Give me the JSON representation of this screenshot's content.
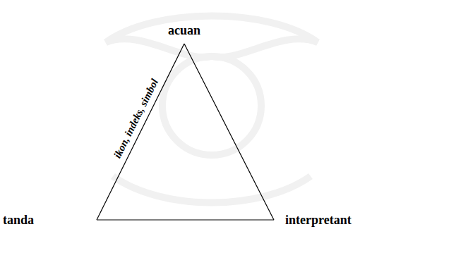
{
  "diagram": {
    "nodes": [
      {
        "text": [
          "acuan"
        ]
      },
      {
        "text": [
          "tanda"
        ]
      },
      {
        "text": [
          "interpretant"
        ]
      }
    ],
    "edges": [
      {
        "from": 1,
        "to": 0,
        "label": "ikon, indeks, simbol",
        "arrow": "none"
      },
      {
        "from": 0,
        "to": 2,
        "arrow": "none"
      },
      {
        "from": 1,
        "to": 2,
        "arrow": "none"
      }
    ]
  }
}
